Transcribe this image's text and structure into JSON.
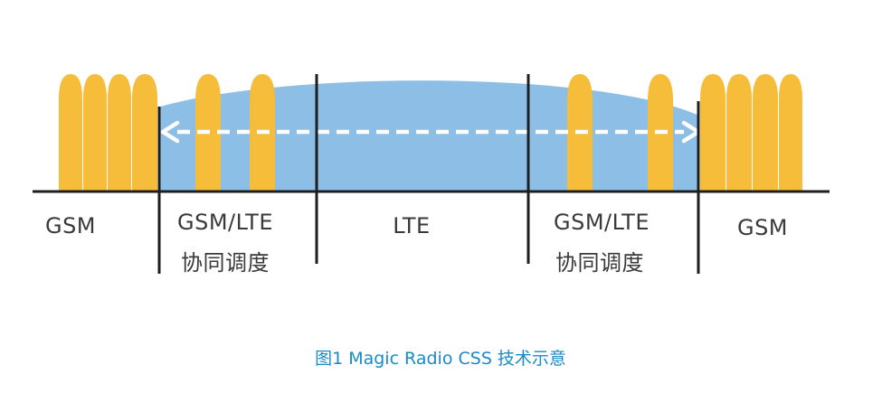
{
  "colors": {
    "carrier_fill": "#f5bd3a",
    "lte_fill": "#8dbfe6",
    "axis": "#1e1e1e",
    "arrow": "#ffffff",
    "label_text": "#3a3a3a",
    "caption_text": "#1a8ac8"
  },
  "regions": [
    {
      "lines": [
        "GSM"
      ]
    },
    {
      "lines": [
        "GSM/LTE",
        "协同调度"
      ]
    },
    {
      "lines": [
        "LTE"
      ]
    },
    {
      "lines": [
        "GSM/LTE",
        "协同调度"
      ]
    },
    {
      "lines": [
        "GSM"
      ]
    }
  ],
  "caption": "图1  Magic Radio CSS 技术示意"
}
